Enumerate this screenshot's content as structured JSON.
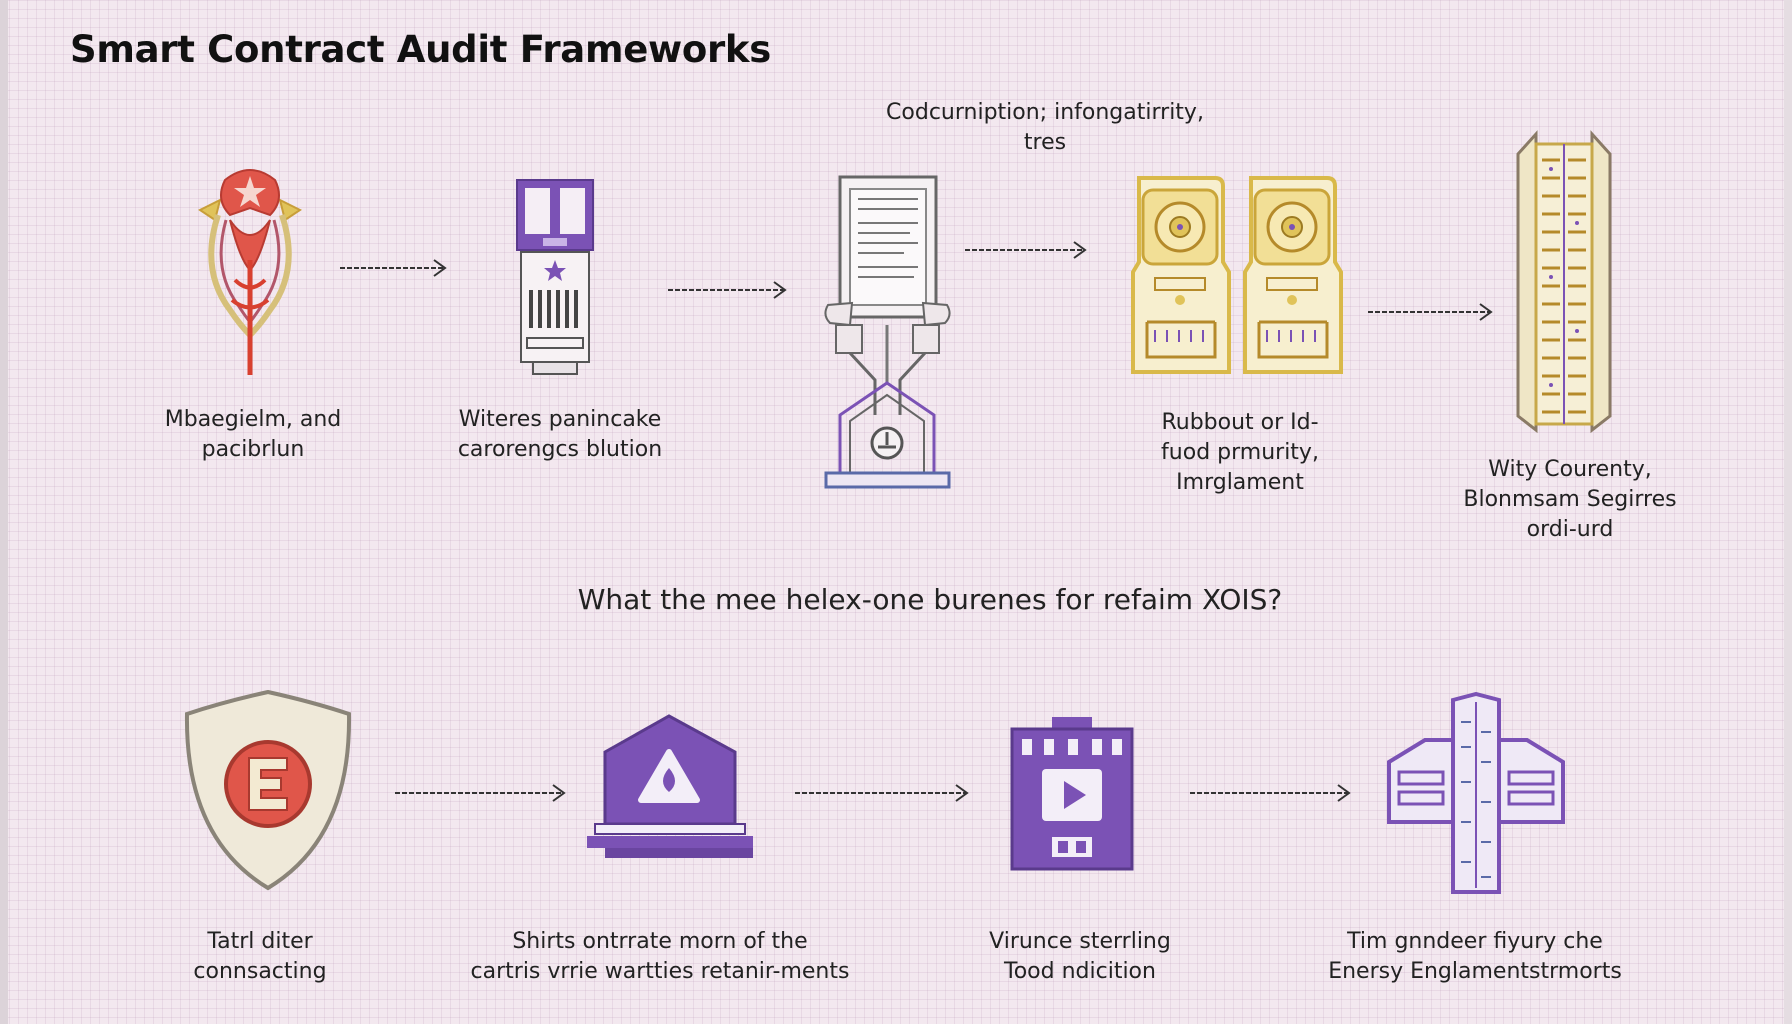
{
  "title": "Smart Contract Audit Frameworks",
  "top_caption": [
    "Codcurniption; infongatirrity,",
    "tres"
  ],
  "question": "What the mee helex-one burenes for refaim XOIS?",
  "row1": [
    {
      "icon": "phoenix-crest-icon",
      "label": [
        "Mbaegielm, and",
        "pacibrlun"
      ]
    },
    {
      "icon": "server-tower-icon",
      "label": [
        "Witeres panincake",
        "carorengcs blution"
      ]
    },
    {
      "icon": "document-press-icon",
      "label": []
    },
    {
      "icon": "twin-circuit-boards-icon",
      "label": [
        "Rubbout or Id-",
        "fuod prmurity,",
        "Imrglament"
      ]
    },
    {
      "icon": "data-pillar-icon",
      "label": [
        "Wity Courenty,",
        "Blonmsam Segirres",
        "ordi-urd"
      ]
    }
  ],
  "row2": [
    {
      "icon": "shield-badge-icon",
      "label": [
        "Tatrl diter",
        "connsacting"
      ]
    },
    {
      "icon": "alert-laptop-icon",
      "label": [
        "Shirts ontrrate morn of the",
        "cartris vrrie wartties retanir-ments"
      ]
    },
    {
      "icon": "media-device-icon",
      "label": [
        "Virunce sterrling",
        "Tood ndicition"
      ]
    },
    {
      "icon": "cross-structure-icon",
      "label": [
        "Tim gnndeer fiyury che",
        "Enersy Englamentstrmorts"
      ]
    }
  ],
  "colors": {
    "background": "#f3e8ef",
    "purple": "#7b52b5",
    "gold": "#e0c35a",
    "red": "#e0564a",
    "cream": "#f3ead2"
  }
}
